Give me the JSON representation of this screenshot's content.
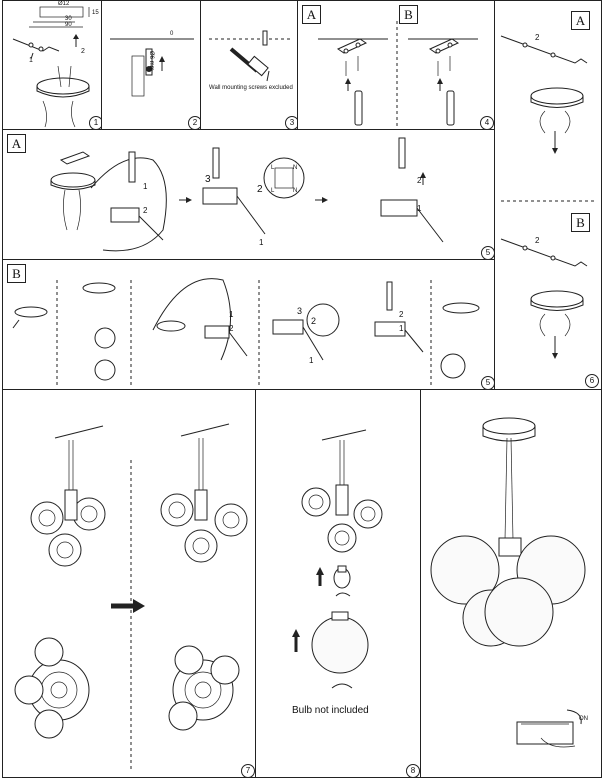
{
  "panels": {
    "step1": {
      "number": "1",
      "dims": {
        "diameter": "Ø12",
        "width_small": "30",
        "width_large": "90",
        "height": "15"
      },
      "callouts": [
        "1",
        "2"
      ]
    },
    "step2": {
      "number": "2",
      "drill_size": "Ø6 mm",
      "zero": "0"
    },
    "step3": {
      "number": "3",
      "note": "Wall mounting screws excluded"
    },
    "step4": {
      "number": "4",
      "option_a": "A",
      "option_b": "B"
    },
    "step5a": {
      "number": "5",
      "option": "A",
      "callouts": [
        "1",
        "2",
        "3",
        "2",
        "1",
        "2",
        "1"
      ],
      "terminals": [
        "L",
        "N",
        "L",
        "N"
      ]
    },
    "step5b": {
      "number": "5",
      "option": "B",
      "callouts": [
        "1",
        "2",
        "3",
        "2",
        "1",
        "2",
        "1"
      ]
    },
    "step6": {
      "number": "6",
      "option_a": "A",
      "option_b": "B",
      "callouts": [
        "2",
        "2"
      ]
    },
    "step7": {
      "number": "7"
    },
    "step8": {
      "number": "8",
      "note": "Bulb not included"
    },
    "step9": {
      "switch_label": "ON"
    }
  },
  "colors": {
    "line": "#222222",
    "paper": "#ffffff"
  }
}
